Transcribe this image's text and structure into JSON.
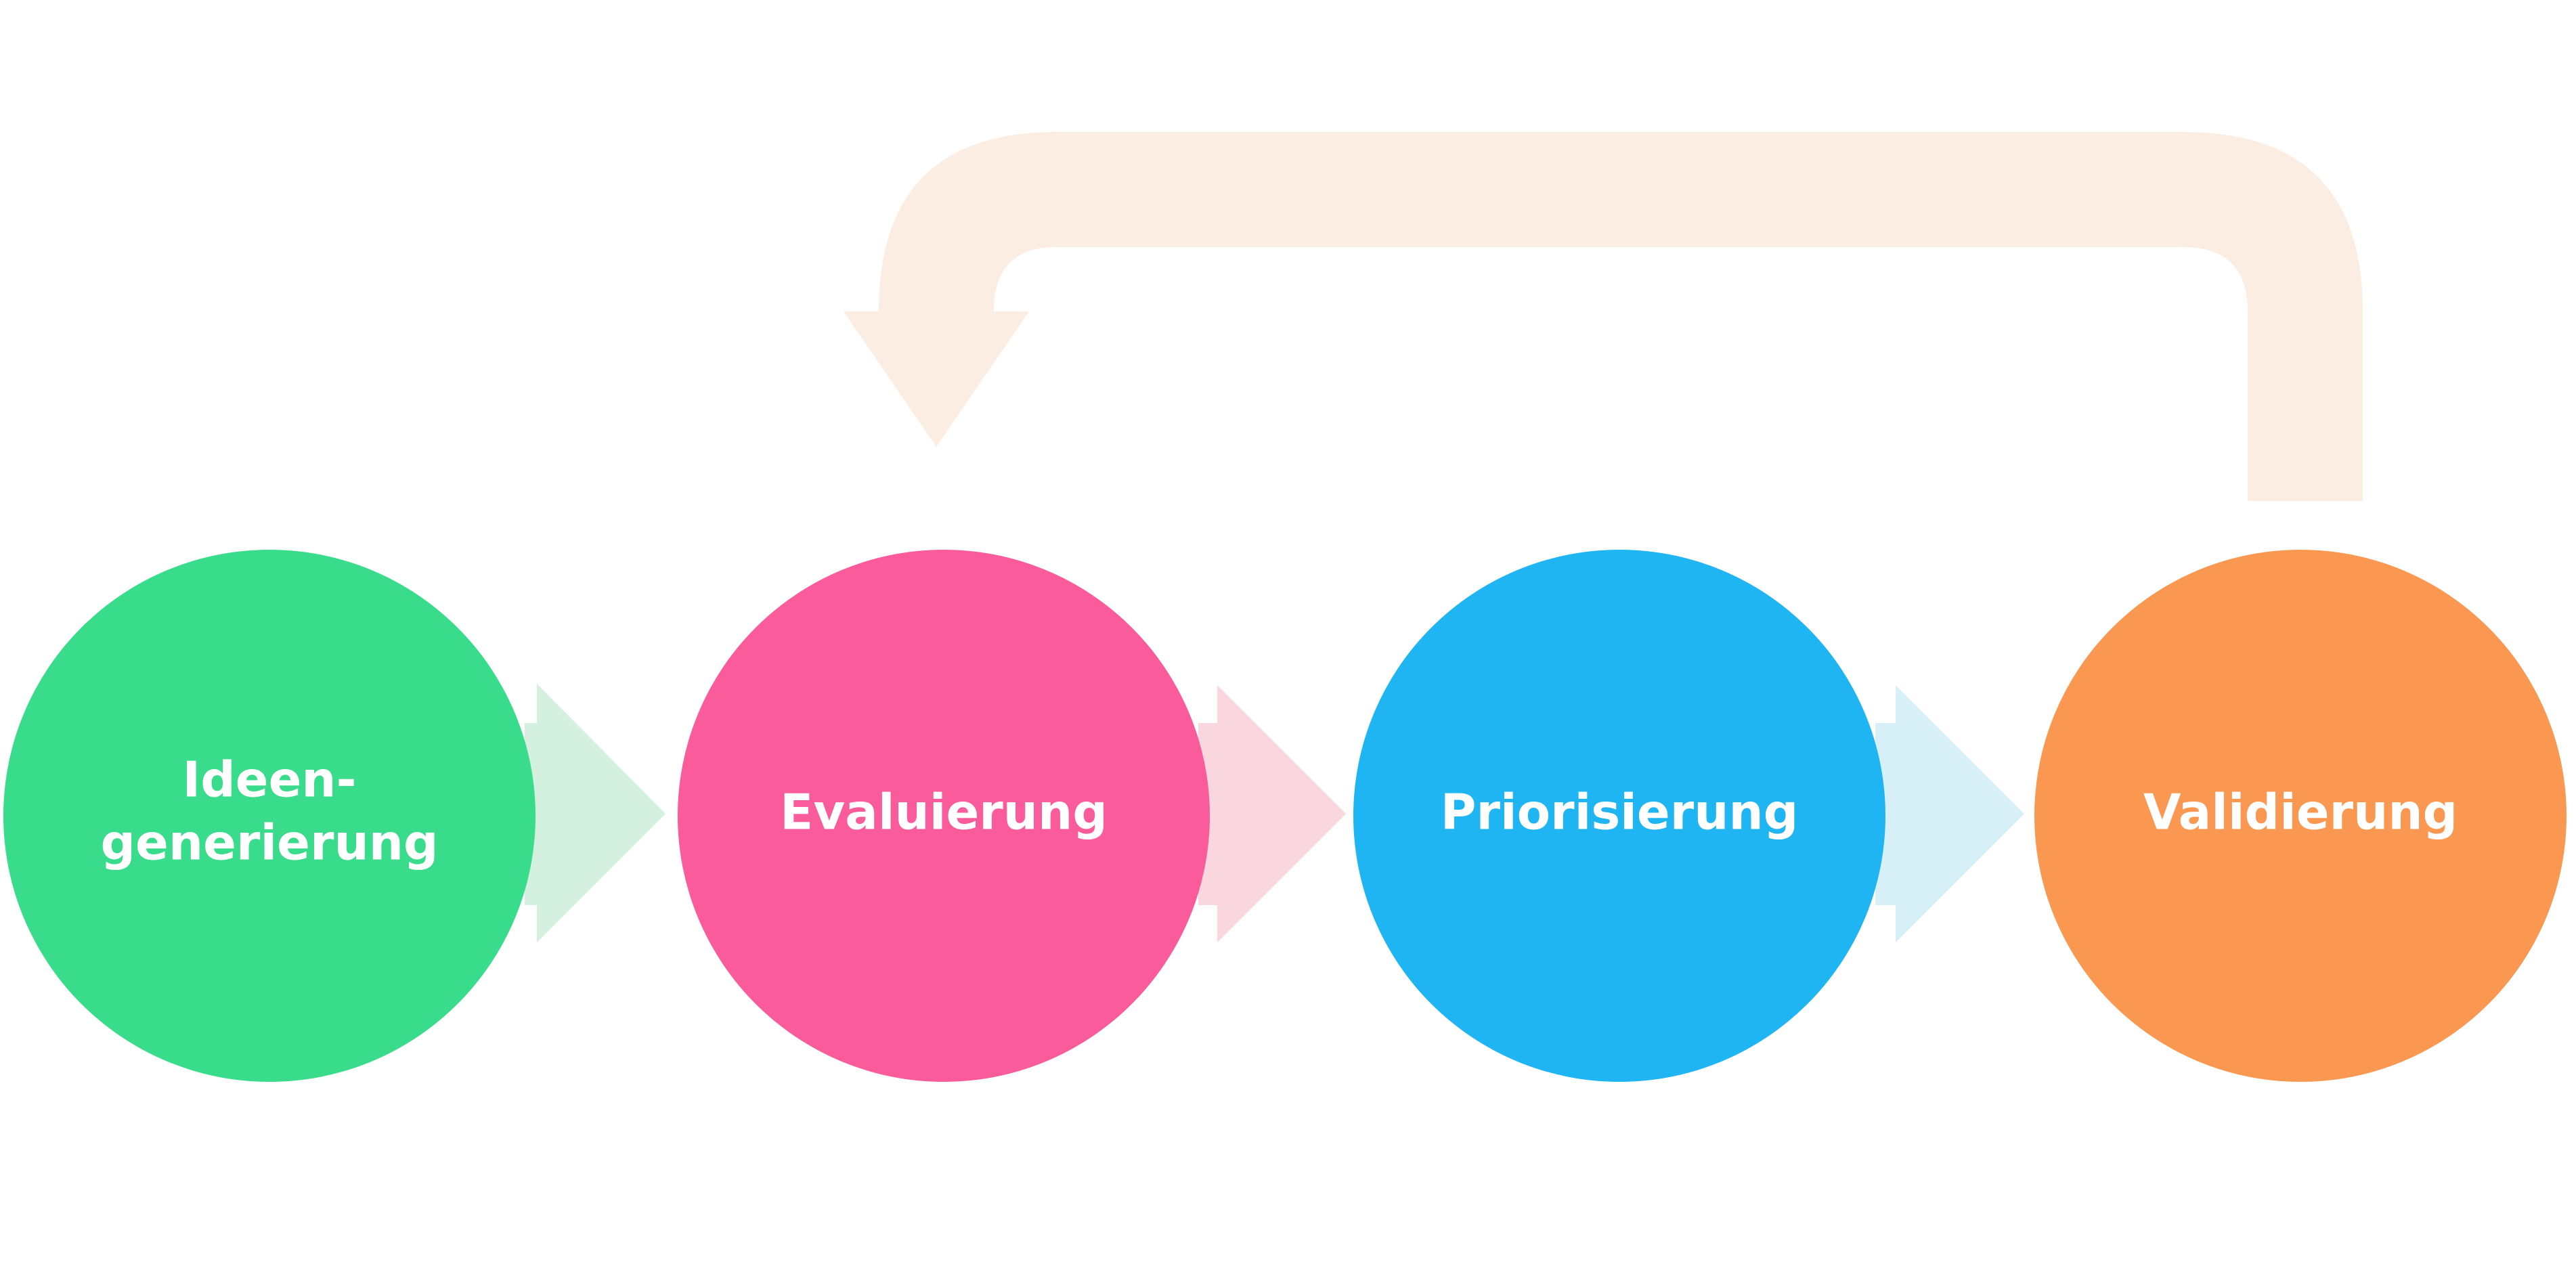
{
  "diagram": {
    "stages": [
      {
        "label_line1": "Ideen-",
        "label_line2": "generierung",
        "color": "#38DC8A",
        "arrow_color": "#D3F1DE"
      },
      {
        "label": "Evaluierung",
        "color": "#F95B9B",
        "arrow_color": "#FAD6DF"
      },
      {
        "label": "Priorisierung",
        "color": "#1EB5F2",
        "arrow_color": "#D7F0F8"
      },
      {
        "label": "Validierung",
        "color": "#FA9852"
      }
    ],
    "feedback_arrow_color": "#FCEDE3"
  }
}
